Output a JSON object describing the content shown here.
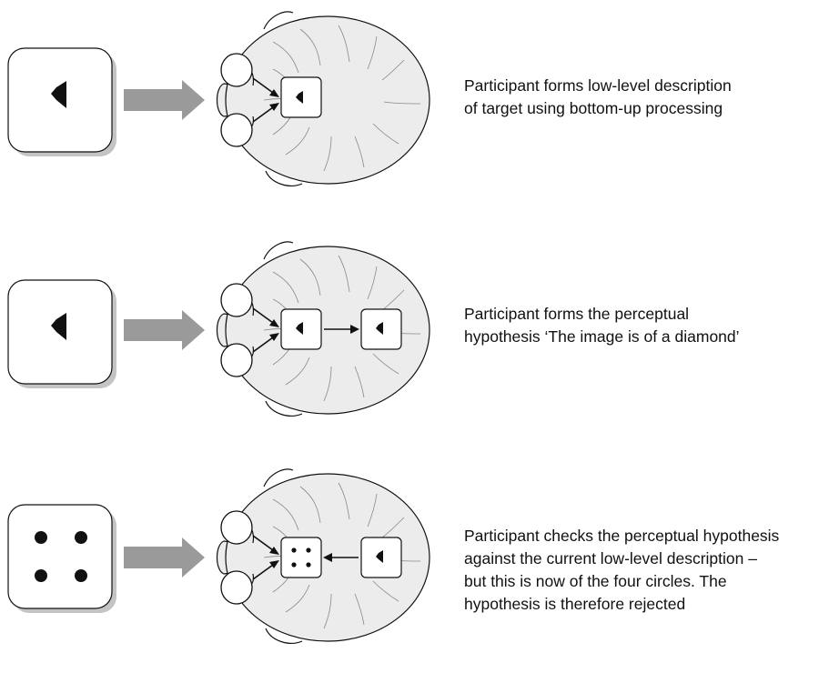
{
  "panels": [
    {
      "stimulus": "diamond",
      "mind_boxes": [
        "diamond"
      ],
      "link": "none",
      "caption": [
        "Participant forms low-level description",
        "of target using bottom-up processing"
      ]
    },
    {
      "stimulus": "diamond",
      "mind_boxes": [
        "diamond",
        "diamond"
      ],
      "link": "forward",
      "caption": [
        "Participant forms the perceptual",
        "hypothesis ‘The image is of a diamond’"
      ]
    },
    {
      "stimulus": "four-circles",
      "mind_boxes": [
        "four-circles",
        "diamond"
      ],
      "link": "backward",
      "caption": [
        "Participant checks the perceptual hypothesis",
        "against the current low-level description –",
        "but this is now of the four circles. The",
        "hypothesis is therefore rejected"
      ]
    }
  ],
  "colors": {
    "arrow": "#9a9a9a",
    "head": "#ececec",
    "ink": "#111111",
    "shadow": "#c4c4c4"
  }
}
